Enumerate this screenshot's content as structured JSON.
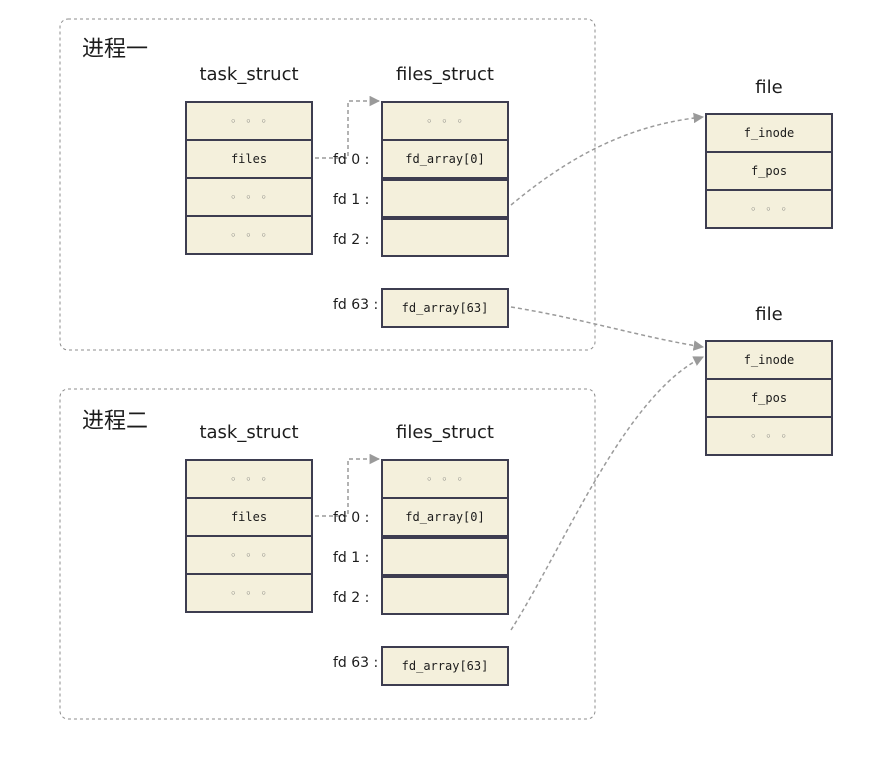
{
  "processes": [
    {
      "label": "进程一",
      "task_struct": {
        "title": "task_struct",
        "rows": [
          "◦ ◦ ◦",
          "files",
          "◦ ◦ ◦",
          "◦ ◦ ◦"
        ]
      },
      "files_struct": {
        "title": "files_struct",
        "rows": [
          "◦ ◦ ◦",
          "fd_array[0]"
        ],
        "fd_labels": [
          "fd 0 :",
          "fd 1 :",
          "fd 2 :",
          "fd 63 :"
        ],
        "fd63_cell": "fd_array[63]"
      }
    },
    {
      "label": "进程二",
      "task_struct": {
        "title": "task_struct",
        "rows": [
          "◦ ◦ ◦",
          "files",
          "◦ ◦ ◦",
          "◦ ◦ ◦"
        ]
      },
      "files_struct": {
        "title": "files_struct",
        "rows": [
          "◦ ◦ ◦",
          "fd_array[0]"
        ],
        "fd_labels": [
          "fd 0 :",
          "fd 1 :",
          "fd 2 :",
          "fd 63 :"
        ],
        "fd63_cell": "fd_array[63]"
      }
    }
  ],
  "files": [
    {
      "title": "file",
      "rows": [
        "f_inode",
        "f_pos",
        "◦ ◦ ◦"
      ]
    },
    {
      "title": "file",
      "rows": [
        "f_inode",
        "f_pos",
        "◦ ◦ ◦"
      ]
    }
  ],
  "colors": {
    "cell_fill": "#f4f0dc",
    "cell_border": "#3d3d50",
    "connector": "#9a9a9a",
    "group_border": "#8c8c8c"
  }
}
